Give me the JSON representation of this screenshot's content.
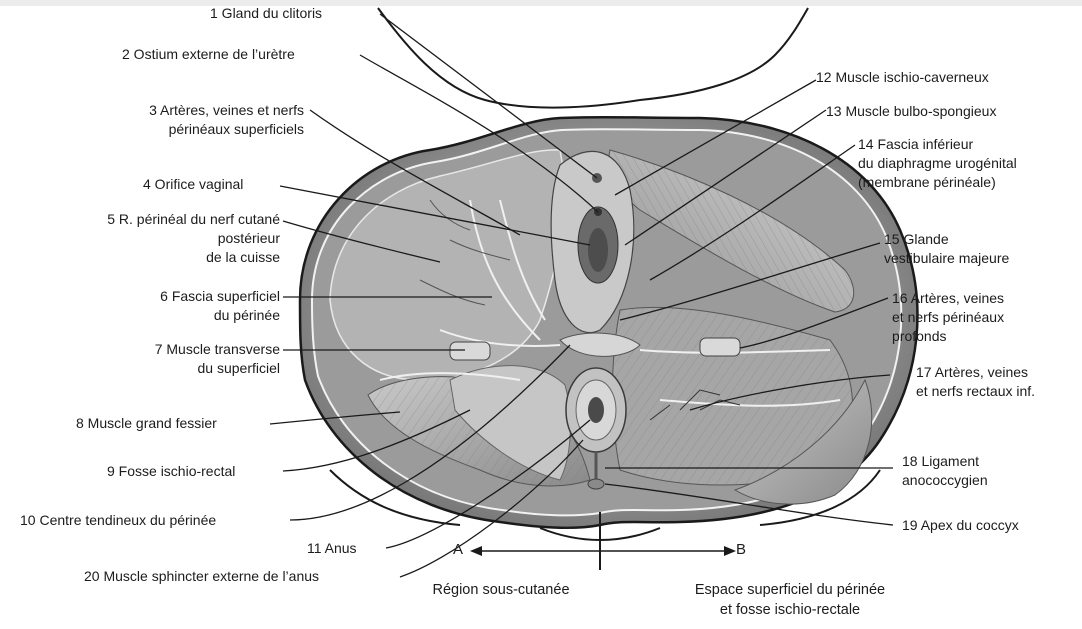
{
  "labels": {
    "l1": "1 Gland du clitoris",
    "l2": "2 Ostium externe de l’urètre",
    "l3a": "3 Artères, veines et nerfs",
    "l3b": "périnéaux superficiels",
    "l4": "4 Orifice vaginal",
    "l5a": "5 R. périnéal du nerf cutané",
    "l5b": "postérieur",
    "l5c": "de la cuisse",
    "l6a": "6 Fascia superficiel",
    "l6b": "du périnée",
    "l7a": "7 Muscle transverse",
    "l7b": "du superficiel",
    "l8": "8 Muscle grand fessier",
    "l9": "9 Fosse ischio-rectal",
    "l10": "10 Centre tendineux du périnée",
    "l11": "11 Anus",
    "l20": "20 Muscle sphincter externe de l’anus",
    "l12": "12 Muscle ischio-caverneux",
    "l13": "13 Muscle bulbo-spongieux",
    "l14a": "14 Fascia inférieur",
    "l14b": "du diaphragme urogénital",
    "l14c": "(membrane périnéale)",
    "l15a": "15 Glande",
    "l15b": "vestibulaire majeure",
    "l16a": "16 Artères, veines",
    "l16b": "et nerfs périnéaux",
    "l16c": "profonds",
    "l17a": "17 Artères, veines",
    "l17b": "et nerfs rectaux inf.",
    "l18a": "18 Ligament",
    "l18b": "anococcygien",
    "l19": "19 Apex du coccyx"
  },
  "axis": {
    "left": "A",
    "right": "B"
  },
  "captions": {
    "left": "Région sous-cutanée",
    "right_a": "Espace superficiel du périnée",
    "right_b": "et fosse ischio-rectale"
  }
}
